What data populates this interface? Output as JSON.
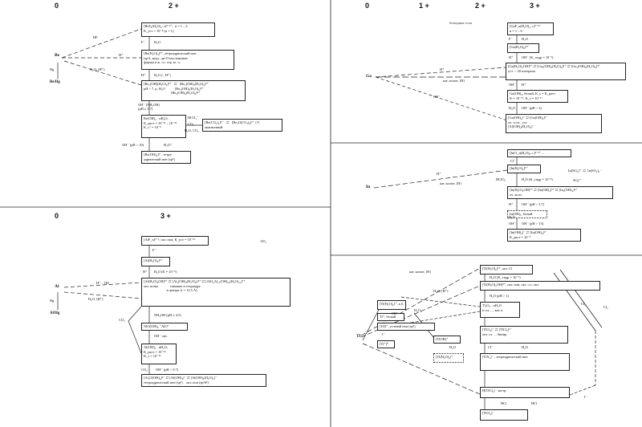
{
  "colors": {
    "ink": "#111111",
    "frame": "#222222",
    "background": "#ffffff"
  },
  "headers": {
    "be": [
      "0",
      "2 +"
    ],
    "ga": [
      "0",
      "1 +",
      "2 +",
      "3 +"
    ],
    "al": [
      "0",
      "3 +"
    ]
  },
  "beryllium": {
    "element": "Be",
    "hg": "Hg",
    "amalgam": "Be/Hg",
    "arrow_hf": "HF",
    "arrow_h": "H⁺",
    "arrow_h2o": "H₂O, (H⁺)",
    "boxes": [
      "[BeF₄(H₂O)₄₋ₙ]²⁻ⁿ⁺,  n = 1 – 4\nK_уст = 10⁻⁴ (n = 1)",
      "[Be(H₂O)₄]²⁺, тетраэдрический ион\n(sp³), медл. ди-О-мостиковые\nформы в ж. со. стр. ю. ч.",
      "[Be₂(OH)(H₂O)₆]³⁺   ⇄   [Be₃(OH)₃(H₂O)₆]³⁺\npH < 7, p. Н₂О           [Be₃(OH)₃(H₂O)₆]³⁺\n                               [Be₆(OH)₈(H₂O)₈]⁴⁺",
      "Be(OH)₂ · nH₂O;\nK_раст = 10⁻²¹ – 10⁻²²\nK_s° = 10⁻⁸",
      "[Be(CO₃)₂]²⁻   ⇄   [Be₃O(CO₃)₆]⁶⁻ (?)\nакатионный",
      "[Be(OH)₄]²⁻, тетра-\nэдрический ион (sp³)"
    ],
    "labels": [
      "F⁻",
      "H₂O",
      "H⁺",
      "H₂O (– H⁺)",
      "OH⁻ (NH₂OH)\n(pH ≥ 5.7)",
      "HCO₃⁻",
      "CO₂",
      "H₂O, CO₂",
      "OH⁻ (pH > 10)",
      "H₂O⁺"
    ]
  },
  "gallium": {
    "element": "Ga",
    "subtitle": "безводные соли",
    "arrow_h": "H⁺",
    "arrow_tech": "кат. колон. [H]",
    "arrow_oh": "OH⁻",
    "boxes": [
      "[GaF_n(H₂O)₆₋ₙ]³⁻ⁿ⁺\nn = 1 – 6",
      "[Ga(H₂O)₆]³⁺",
      "[Ga(H₂O)₅OH]²⁺ ⇄ [Ga₂(OH)₂(H₂O)₈]⁴⁺ ⇄ [Ga₃(OH)₆(H₂O)₆]³⁺\nуст. < 30 клатраты",
      "Ga(OH)₃, белый, K_s = K_раст\nK = 10⁻³⁷, K_s = 10⁻¹⁷",
      "[Ga(OH)₄]⁻ ⇄ [Ga(OH)₆]³⁻\nоч. сост., уст.\n[Al(OH)₄(H₂O)₂]⁻"
    ],
    "labels": [
      "F⁻",
      "H₂O",
      "H⁺",
      "OH⁻ (K_гидр = 10⁻³)",
      "OH⁻",
      "H⁺",
      "H₂O",
      "OH⁻ (pH > 2)"
    ]
  },
  "indium": {
    "element": "In",
    "arrow_h": "H⁺",
    "arrow_tech": "кат. колон. [H]",
    "boxes": [
      "[InCl_n(H₂O)₆₋ₙ]³⁻ⁿ⁺ ...",
      "[In(H₂O)₆]³⁺",
      "[In(H₂O)₅OH]²⁺ ⇄ [In(OH)₃]³⁺ ⇄ [In₂(OH)₂]⁴⁺\nоч. колл.",
      "In(OH)₃, белый",
      "[In(OH)₄]⁻ ⇄ [In(OH)₆]³⁻\nK_раст = 10⁻⁵"
    ],
    "side": "In(SO₄)⁺  ⇄  In(SO₄)₂⁻",
    "labels": [
      "Cl⁻",
      "HClO₄",
      "H₂O (K_гидр = 10⁻⁴)",
      "SO₄²⁻",
      "H⁺",
      "OH⁻ (pH > 3.7)",
      "OH⁻",
      "OH⁻ (pH > 13)",
      "H₂O"
    ]
  },
  "aluminium": {
    "element": "Al",
    "hg": "Hg",
    "amalgam": "Al/Hg",
    "arrow_h": "H⁺ – [H]",
    "arrow_h2o": "H₂O, [H⁺]",
    "arrow_co2": "CO₂",
    "note": "AlF₆",
    "boxes": [
      "[AlF_n]³⁻ⁿ, окт. ион, K_уст = 10⁻¹⁹",
      "[Al(H₂O)₆]³⁺",
      "[Al(H₂O)₅OH]²⁺ ⇄ [Al₂(OH)₂(H₂O)₈]⁴⁺ ⇄ [AlO₄Al₁₂(OH)₂₄(H₂O)₁₂]⁷⁺\nокт. ионы              никакие в тетраэдре\n                          в центре (r = 12.5 Å)",
      "AlO(OH)ₓ, \"AlO\"",
      "Al(OH)₃ · nH₂O;\nK_раст = 10⁻³³\nK_s = 10⁻¹⁵",
      "[Al₂O(OH)₆]²⁻ ⇄ [Al(OH)₄]⁻ ⇄ [Al(OH)₄(H₂O)₂]⁻\nтетраэдрический ион (sp³)    окт. ион (sp³d²)"
    ],
    "labels": [
      "F⁻",
      "H⁺",
      "H₂O (K = 10⁻⁵)",
      "NH₄OH (pH ≥ 4.5)",
      "OH⁻ окт.",
      "CO₂",
      "OH⁻ (pH > 9.7)"
    ]
  },
  "thallium": {
    "element": "Tl",
    "arrow_tech": "кат. колон. [H]",
    "arrow_h2o": "H₂O, [H⁺]",
    "arrow_h2o2": "H₂O₂",
    "arrow_cl": "Cl₂",
    "boxes": [
      "[Tl(H₂O)₆]³⁺, окт. Cl",
      "[Tl(H₂O)₅OH]²⁺, окт. ион, окт. сл., окт.",
      "Tl₂O₃ · nH₂O\nк-сп, ..., кат. к",
      "[Tl(H₂O)₆]⁺, к.б.",
      "[TlOH]⁺",
      "[Tl(H₂O)₆]⁺",
      "[TlCl₄]⁻ ⇄ [TlCl₆]³⁻\nокт. сл. ... бинар.",
      "[TlX₄]⁻ , тетраэдрический ион",
      "Tl⁺, белый",
      "[TlI]⁺, углевой ион (sp³)",
      "[Tl⁺]⁰",
      "H[TlCl₄] · экстр.",
      "[TlCl₄]⁻"
    ],
    "labels": [
      "H₂O (K_гидр = 10⁻¹)",
      "H₂O (pH > 1)",
      "OH⁻",
      "H₂O",
      "Cl⁻",
      "HCl",
      "I⁻",
      "H₂O",
      "Cl₂",
      "I⁻",
      "HCl"
    ]
  }
}
